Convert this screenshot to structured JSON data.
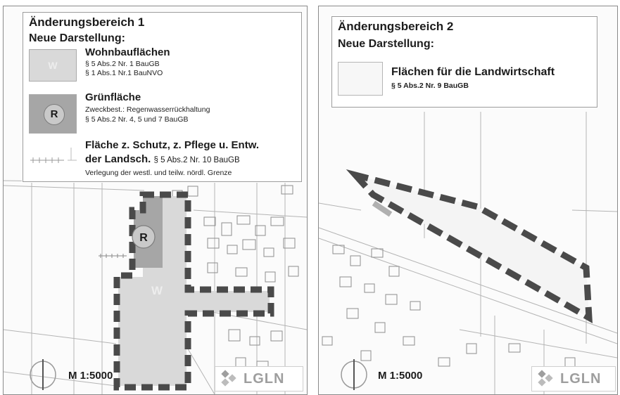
{
  "panel1": {
    "title": "Änderungsbereich 1",
    "subtitle": "Neue Darstellung:",
    "items": [
      {
        "heading": "Wohnbauflächen",
        "swatch_letter": "W",
        "lines": [
          "§ 5 Abs.2 Nr. 1 BauGB",
          "§ 1 Abs.1 Nr.1 BauNVO"
        ]
      },
      {
        "heading": "Grünfläche",
        "swatch_letter": "R",
        "lines": [
          "Zweckbest.: Regenwasserrückhaltung",
          "§ 5 Abs.2 Nr. 4, 5 und 7 BauGB"
        ]
      },
      {
        "heading_line1": "Fläche z. Schutz, z. Pflege u. Entw.",
        "heading_line2": "der Landsch.",
        "heading_line2_ref": "§ 5 Abs.2 Nr. 10 BauGB",
        "note": "Verlegung der westl. und teilw. nördl. Grenze"
      }
    ],
    "map_label_w": "W",
    "map_label_r": "R",
    "scale": "M 1:5000",
    "logo": "LGLN"
  },
  "panel2": {
    "title": "Änderungsbereich 2",
    "subtitle": "Neue Darstellung:",
    "item": {
      "heading": "Flächen für die Landwirtschaft",
      "line": "§ 5 Abs.2 Nr. 9 BauGB"
    },
    "scale": "M 1:5000",
    "logo": "LGLN"
  },
  "colors": {
    "wohnbau": "#d9d9d9",
    "gruen": "#a6a6a6",
    "boundary": "#4a4a4a",
    "outline": "#7a7a7a"
  }
}
